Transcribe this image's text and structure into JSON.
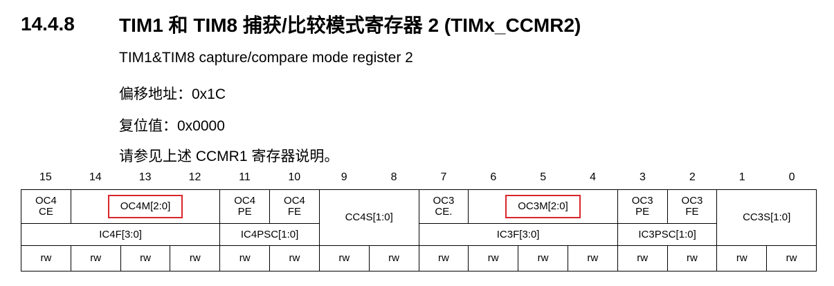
{
  "section": {
    "number": "14.4.8",
    "title": "TIM1 和 TIM8 捕获/比较模式寄存器 2 (TIMx_CCMR2)",
    "subtitle": "TIM1&TIM8 capture/compare mode register 2",
    "offset": "偏移地址：0x1C",
    "reset": "复位值：0x0000",
    "note": "请参见上述 CCMR1 寄存器说明。"
  },
  "register": {
    "bit_numbers": [
      "15",
      "14",
      "13",
      "12",
      "11",
      "10",
      "9",
      "8",
      "7",
      "6",
      "5",
      "4",
      "3",
      "2",
      "1",
      "0"
    ],
    "output_fields": {
      "oc4ce": "OC4\nCE",
      "oc4m": "OC4M[2:0]",
      "oc4pe": "OC4\nPE",
      "oc4fe": "OC4\nFE",
      "cc4s": "CC4S[1:0]",
      "oc3ce": "OC3\nCE.",
      "oc3m": "OC3M[2:0]",
      "oc3pe": "OC3\nPE",
      "oc3fe": "OC3\nFE",
      "cc3s": "CC3S[1:0]"
    },
    "input_fields": {
      "ic4f": "IC4F[3:0]",
      "ic4psc": "IC4PSC[1:0]",
      "ic3f": "IC3F[3:0]",
      "ic3psc": "IC3PSC[1:0]"
    },
    "access": [
      "rw",
      "rw",
      "rw",
      "rw",
      "rw",
      "rw",
      "rw",
      "rw",
      "rw",
      "rw",
      "rw",
      "rw",
      "rw",
      "rw",
      "rw",
      "rw"
    ],
    "highlight_color": "#d8242a"
  }
}
